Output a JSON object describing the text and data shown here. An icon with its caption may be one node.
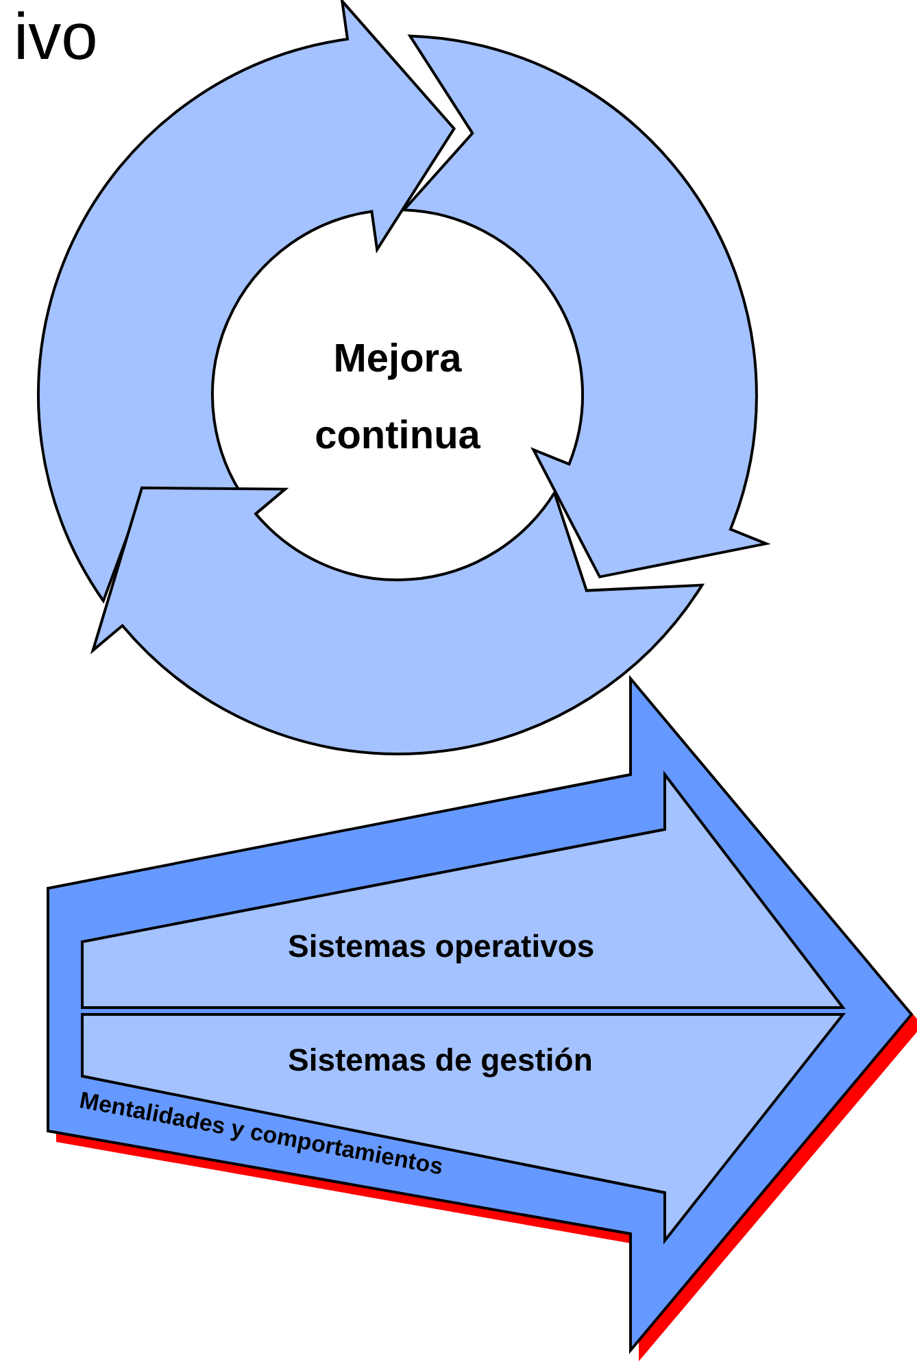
{
  "diagram": {
    "nodes": [
      {
        "text": [
          "Mejora continua"
        ]
      },
      {
        "text": [
          "Mentalidades y comportamientos"
        ]
      },
      {
        "text": [
          "Sistemas operativos"
        ],
        "in": 1
      },
      {
        "text": [
          "Sistemas de gestión"
        ],
        "in": 1
      }
    ],
    "labels": [
      "ivo"
    ]
  }
}
